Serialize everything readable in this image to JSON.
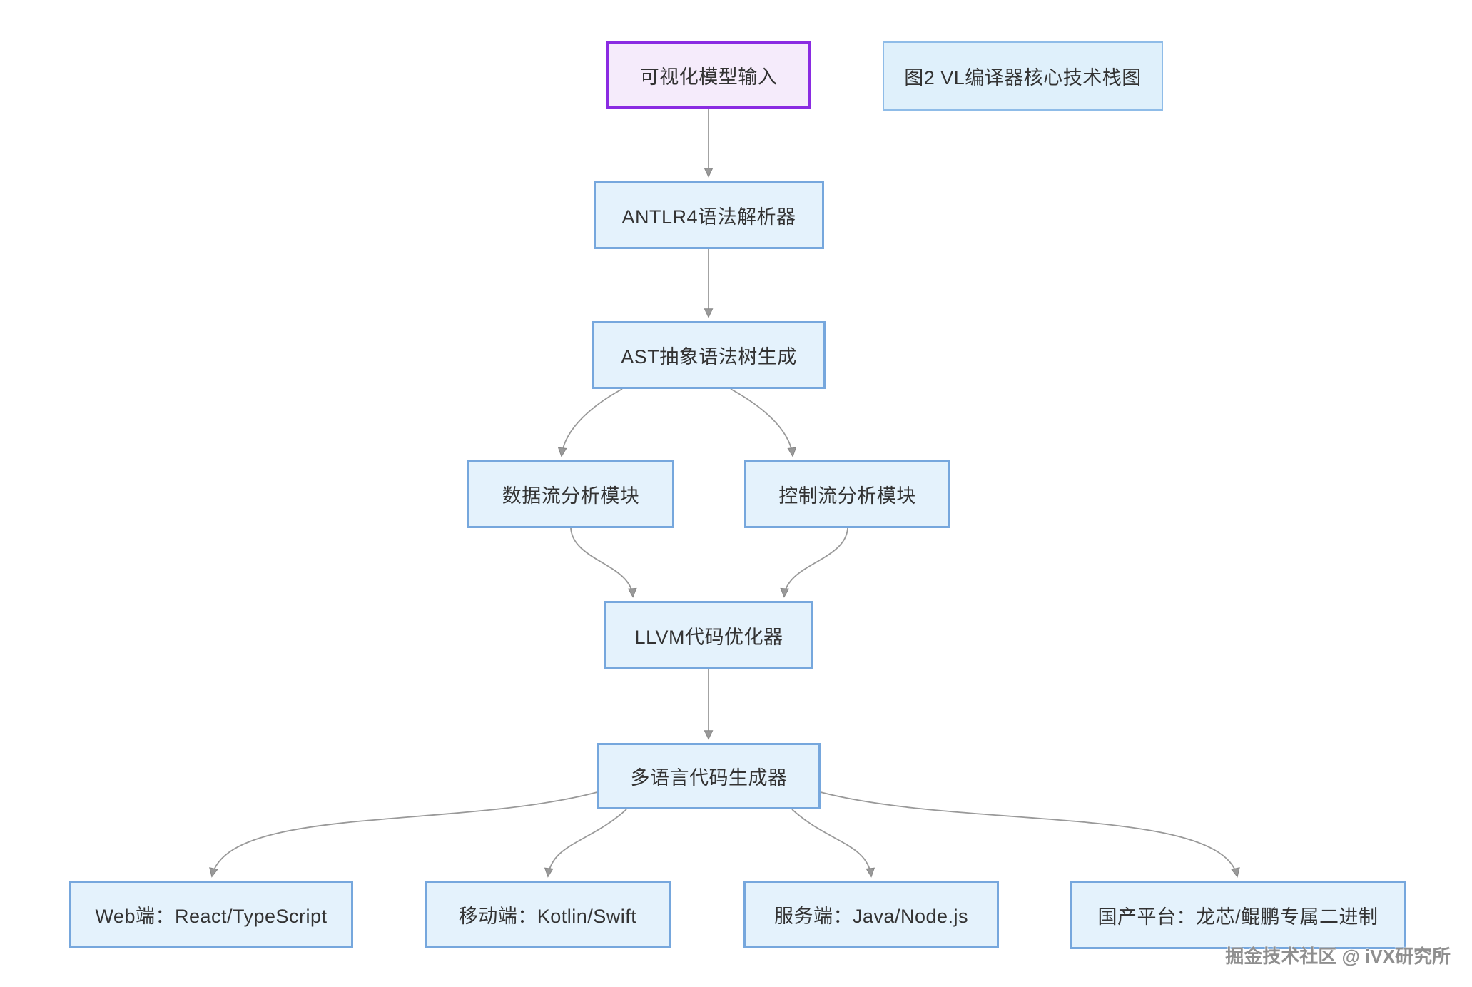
{
  "diagram": {
    "caption": "图2 VL编译器核心技术栈图",
    "watermark": "掘金技术社区 @ iVX研究所",
    "nodes": {
      "input": {
        "label": "可视化模型输入"
      },
      "antlr": {
        "label": "ANTLR4语法解析器"
      },
      "ast": {
        "label": "AST抽象语法树生成"
      },
      "dataflow": {
        "label": "数据流分析模块"
      },
      "controlflow": {
        "label": "控制流分析模块"
      },
      "llvm": {
        "label": "LLVM代码优化器"
      },
      "codegen": {
        "label": "多语言代码生成器"
      },
      "web": {
        "label": "Web端：React/TypeScript"
      },
      "mobile": {
        "label": "移动端：Kotlin/Swift"
      },
      "server": {
        "label": "服务端：Java/Node.js"
      },
      "domestic": {
        "label": "国产平台：龙芯/鲲鹏专属二进制"
      }
    },
    "edges": [
      {
        "from": "input",
        "to": "antlr"
      },
      {
        "from": "antlr",
        "to": "ast"
      },
      {
        "from": "ast",
        "to": "dataflow"
      },
      {
        "from": "ast",
        "to": "controlflow"
      },
      {
        "from": "dataflow",
        "to": "llvm"
      },
      {
        "from": "controlflow",
        "to": "llvm"
      },
      {
        "from": "llvm",
        "to": "codegen"
      },
      {
        "from": "codegen",
        "to": "web"
      },
      {
        "from": "codegen",
        "to": "mobile"
      },
      {
        "from": "codegen",
        "to": "server"
      },
      {
        "from": "codegen",
        "to": "domestic"
      }
    ],
    "colors": {
      "node_fill": "#e4f2fc",
      "node_border": "#76a7dd",
      "input_fill": "#f5ebfb",
      "input_border": "#8a2be2",
      "caption_fill": "#dff0fb",
      "caption_border": "#8fbce8",
      "edge": "#999999",
      "text": "#333333",
      "watermark": "#8f8f8f"
    }
  }
}
